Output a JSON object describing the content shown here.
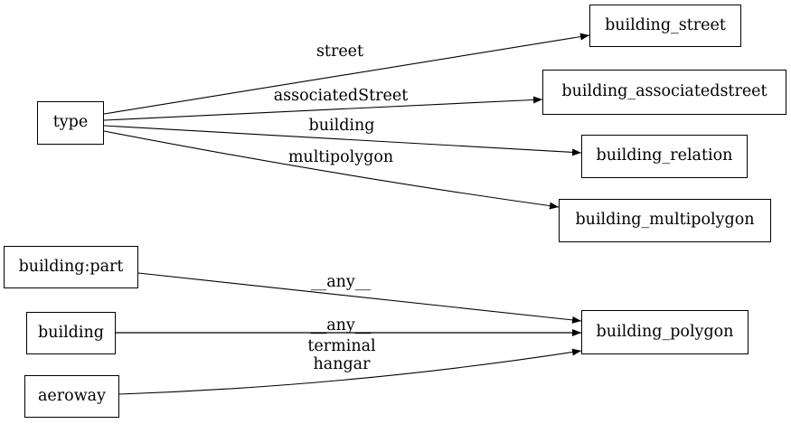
{
  "diagram": {
    "type": "directed-graph",
    "colors": {
      "background": "#ffffff",
      "node_fill": "#ffffff",
      "node_border": "#000000",
      "edge": "#000000",
      "text": "#000000"
    },
    "nodes": [
      {
        "label": "type"
      },
      {
        "label": "building_street"
      },
      {
        "label": "building_associatedstreet"
      },
      {
        "label": "building_relation"
      },
      {
        "label": "building_multipolygon"
      },
      {
        "label": "building:part"
      },
      {
        "label": "building"
      },
      {
        "label": "aeroway"
      },
      {
        "label": "building_polygon"
      }
    ],
    "edges": [
      {
        "from": "type",
        "to": "building_street",
        "label": "street"
      },
      {
        "from": "type",
        "to": "building_associatedstreet",
        "label": "associatedStreet"
      },
      {
        "from": "type",
        "to": "building_relation",
        "label": "building"
      },
      {
        "from": "type",
        "to": "building_multipolygon",
        "label": "multipolygon"
      },
      {
        "from": "building:part",
        "to": "building_polygon",
        "label": "__any__"
      },
      {
        "from": "building",
        "to": "building_polygon",
        "label": "__any__"
      },
      {
        "from": "aeroway",
        "to": "building_polygon",
        "label_lines": [
          "terminal",
          "hangar"
        ]
      }
    ]
  }
}
